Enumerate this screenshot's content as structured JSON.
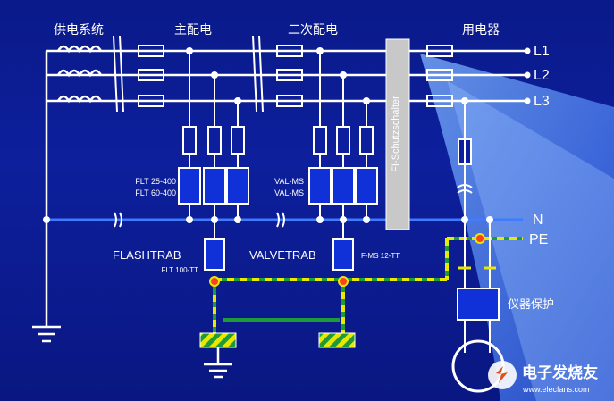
{
  "sections": {
    "supply": "供电系统",
    "main_dist": "主配电",
    "sub_dist": "二次配电",
    "consumer": "用电器"
  },
  "conductors": {
    "l1": "L1",
    "l2": "L2",
    "l3": "L3",
    "n": "N",
    "pe": "PE"
  },
  "devices": {
    "flt_a": "FLT 25-400",
    "flt_b": "FLT 60-400",
    "val_a": "VAL-MS",
    "val_b": "VAL-MS",
    "flashtrab": "FLASHTRAB",
    "flt100": "FLT 100-TT",
    "valvetrab": "VALVETRAB",
    "fms": "F-MS 12-TT",
    "fi_switch": "FI-Schutzschalter",
    "instrument": "仪器保护"
  },
  "watermark": {
    "brand": "电子发烧友",
    "url": "www.elecfans.com"
  },
  "colors": {
    "background": "#0d1f9c",
    "wire": "#ffffff",
    "neutral": "#3f7bff",
    "pe_yellow": "#e8e800",
    "pe_green": "#1f9a3a",
    "spd": "#1030d8",
    "rcd": "#c8c8c8"
  }
}
